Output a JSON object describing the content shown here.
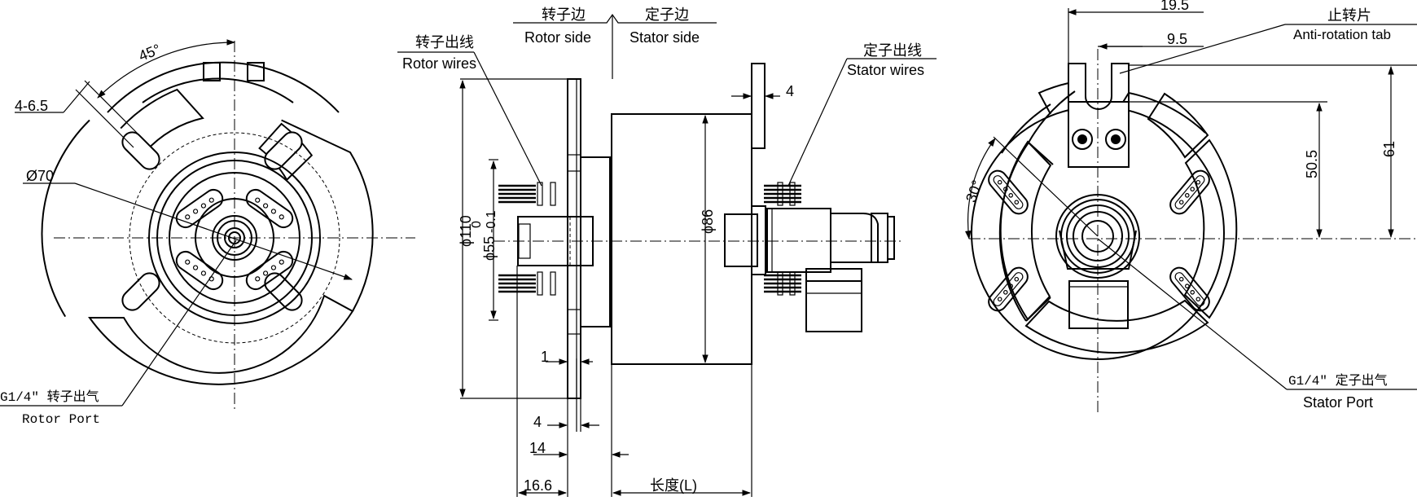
{
  "labels": {
    "front": {
      "angle": "45°",
      "holes": "4-6.5",
      "diameter": "Ø70",
      "port_cn": "G1/4″ 转子出气",
      "port_en": "Rotor Port"
    },
    "side": {
      "rotor_side_cn": "转子边",
      "rotor_side_en": "Rotor side",
      "stator_side_cn": "定子边",
      "stator_side_en": "Stator  side",
      "rotor_wires_cn": "转子出线",
      "rotor_wires_en": "Rotor wires",
      "stator_wires_cn": "定子出线",
      "stator_wires_en": "Stator wires",
      "dim_flange": "4",
      "dim_outer": "ϕ110",
      "dim_shaft": "ϕ55",
      "tol_upper": "0",
      "tol_lower": "-0.1",
      "dim_body": "ϕ86",
      "dim_1": "1",
      "dim_4": "4",
      "dim_14": "14",
      "dim_16_6": "16.6",
      "dim_length": "长度(L)"
    },
    "rear": {
      "dim_19_5": "19.5",
      "dim_9_5": "9.5",
      "tab_cn": "止转片",
      "tab_en": "Anti-rotation tab",
      "dim_50_5": "50.5",
      "dim_61": "61",
      "angle": "30°",
      "port_cn": "G1/4″ 定子出气",
      "port_en": "Stator  Port"
    }
  }
}
